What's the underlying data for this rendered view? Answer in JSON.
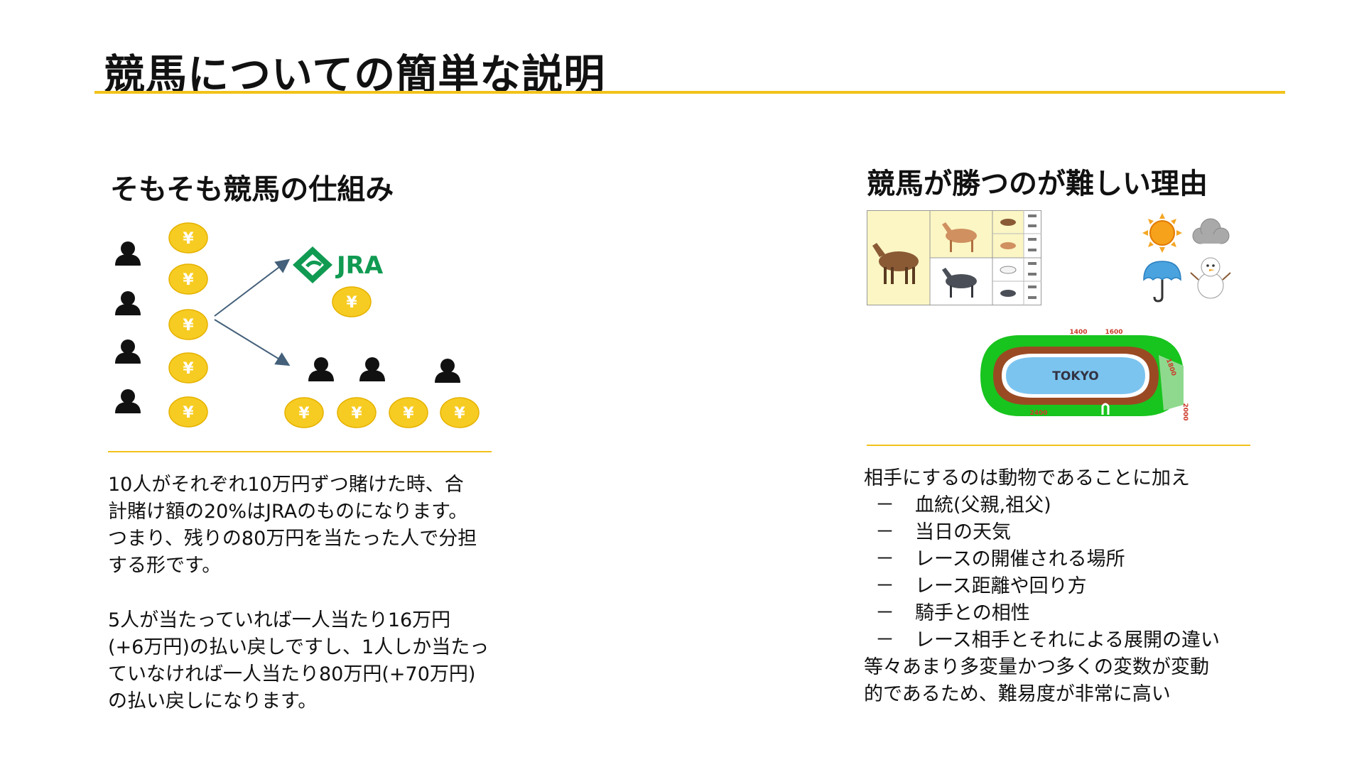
{
  "title": "競馬についての簡単な説明",
  "left": {
    "heading": "そもそも競馬の仕組み",
    "coin_symbol": "¥",
    "jra_logo_text": "JRA",
    "paragraph1": "10人がそれぞれ10万円ずつ賭けた時、合\n計賭け額の20%はJRAのものになります。\nつまり、残りの80万円を当たった人で分担\nする形です。",
    "paragraph2": "5人が当たっていれば一人当たり16万円\n(+6万円)の払い戻しですし、1人しか当たっ\nていなければ一人当たり80万円(+70万円)\nの払い戻しになります。"
  },
  "right": {
    "heading": "競馬が勝つのが難しい理由",
    "track": {
      "name": "TOKYO",
      "distances": [
        "1400",
        "1600",
        "1800",
        "2000",
        "2400"
      ]
    },
    "intro": "相手にするのは動物であることに加え",
    "dash": "－",
    "factors": [
      "血統(父親,祖父)",
      "当日の天気",
      "レースの開催される場所",
      "レース距離や回り方",
      "騎手との相性",
      "レース相手とそれによる展開の違い"
    ],
    "outro": "等々あまり多変量かつ多くの変数が変動\n的であるため、難易度が非常に高い"
  },
  "colors": {
    "accent_rule": "#f2c21b",
    "coin": "#f7cc22",
    "jra_green": "#109a52",
    "track_green": "#18c41e",
    "track_brown": "#9a4a23"
  },
  "icons": [
    "person-icon",
    "yen-coin-icon",
    "jra-logo-icon",
    "arrow-icon",
    "horse-icon",
    "sun-icon",
    "cloud-icon",
    "umbrella-icon",
    "snowman-icon",
    "race-track-icon"
  ]
}
